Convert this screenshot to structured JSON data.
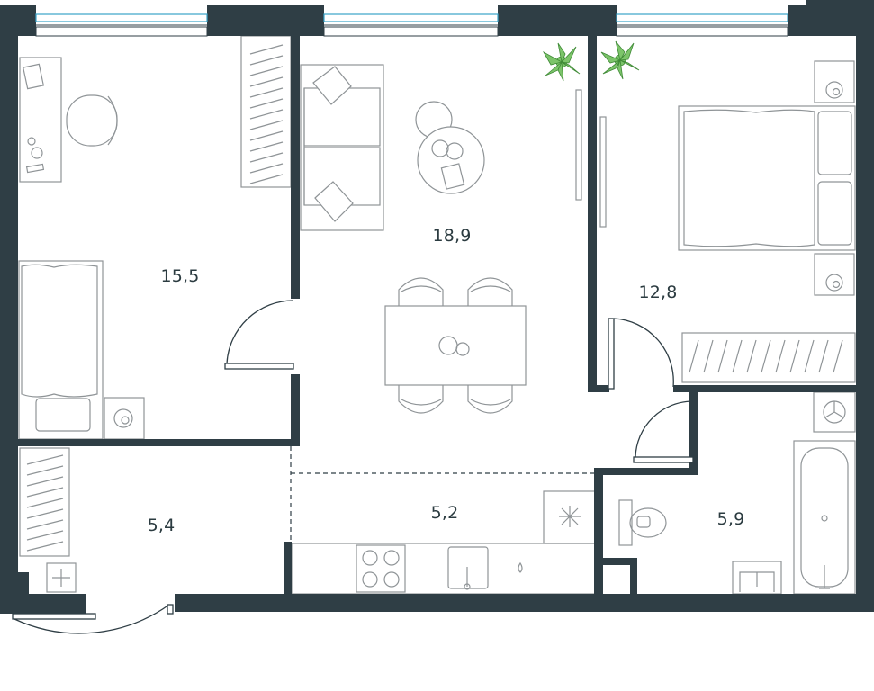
{
  "rooms": [
    {
      "id": "bedroom-small",
      "area": "15,5"
    },
    {
      "id": "living-room",
      "area": "18,9"
    },
    {
      "id": "bedroom-master",
      "area": "12,8"
    },
    {
      "id": "hallway",
      "area": "5,4"
    },
    {
      "id": "kitchen",
      "area": "5,2"
    },
    {
      "id": "bathroom",
      "area": "5,9"
    }
  ],
  "colors": {
    "wall": "#2f3e45",
    "furniture": "#8f9497",
    "window": "#3aa3c9",
    "plant": "#7cc46a"
  }
}
